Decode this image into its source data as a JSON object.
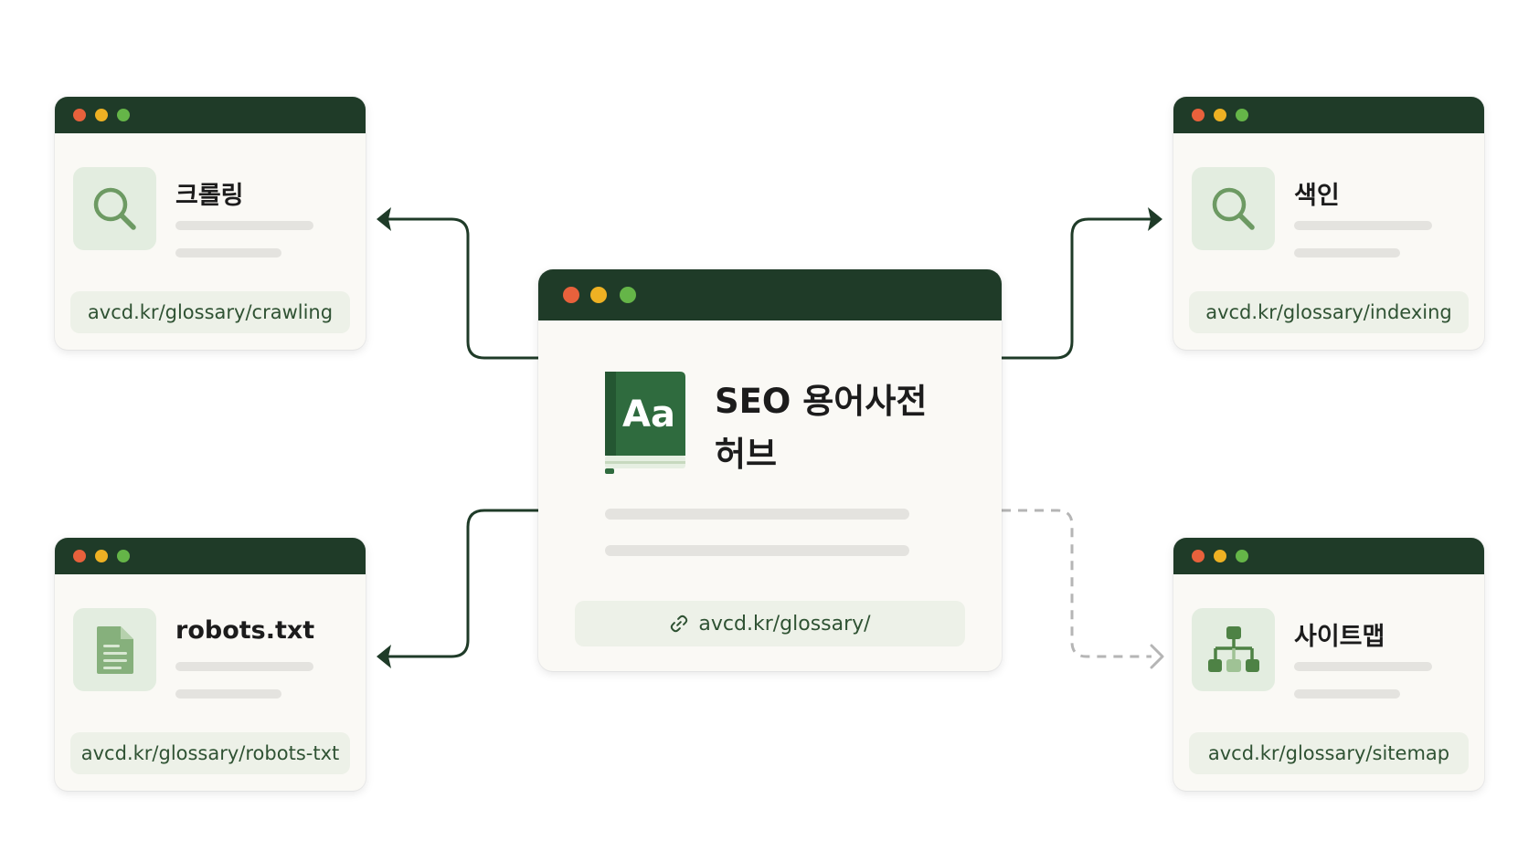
{
  "hub": {
    "title_line1": "SEO 용어사전",
    "title_line2": "허브",
    "url": "avcd.kr/glossary/",
    "icon": "book-icon",
    "icon_text": "Aa",
    "link_icon": "link-icon"
  },
  "pages": [
    {
      "title": "크롤링",
      "url": "avcd.kr/glossary/crawling",
      "icon": "search-icon",
      "link": "solid"
    },
    {
      "title": "색인",
      "url": "avcd.kr/glossary/indexing",
      "icon": "search-icon",
      "link": "solid"
    },
    {
      "title": "robots.txt",
      "url": "avcd.kr/glossary/robots-txt",
      "icon": "document-icon",
      "link": "solid"
    },
    {
      "title": "사이트맵",
      "url": "avcd.kr/glossary/sitemap",
      "icon": "sitemap-icon",
      "link": "dashed"
    }
  ],
  "colors": {
    "titlebar": "#1f3b28",
    "window_bg": "#faf9f5",
    "accent_green": "#2f5233",
    "icon_tile": "#e3ede0",
    "url_pill": "#edf1e8",
    "connector_solid": "#1f3b28",
    "connector_dashed": "#b5b5b5",
    "dot_red": "#e8613c",
    "dot_yellow": "#eeb123",
    "dot_green": "#65b548"
  }
}
